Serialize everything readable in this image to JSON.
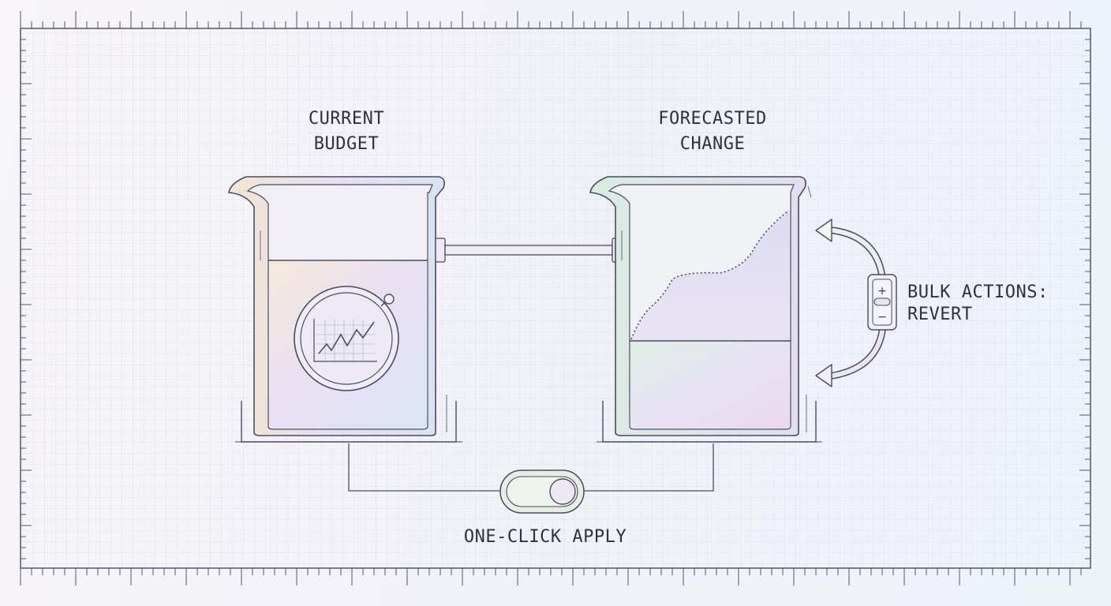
{
  "labels": {
    "current_budget": [
      "CURRENT",
      "BUDGET"
    ],
    "forecasted_change": [
      "FORECASTED",
      "CHANGE"
    ],
    "bulk_actions": [
      "BULK ACTIONS:",
      "REVERT"
    ],
    "one_click_apply": "ONE-CLICK APPLY"
  },
  "controls": {
    "plus": "+",
    "minus": "−"
  },
  "icons": [
    "stopwatch-chart-icon",
    "revert-arrow-up-icon",
    "revert-arrow-down-icon",
    "toggle-switch-icon"
  ],
  "colors": {
    "ink": "#3a3b52",
    "grid": "#dcdfe8",
    "glass": "#e9e3f2"
  }
}
